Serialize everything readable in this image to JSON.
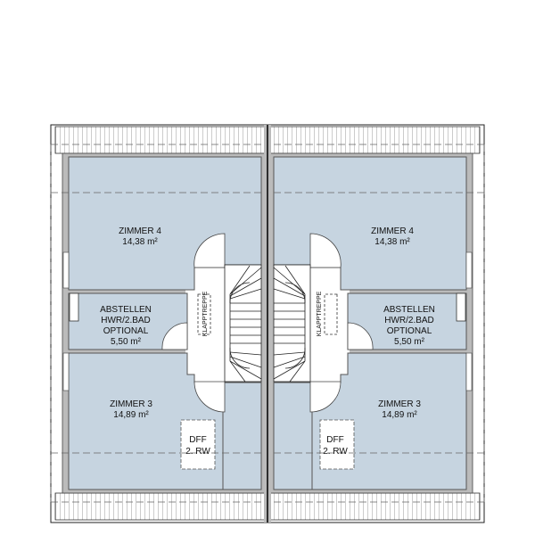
{
  "plan": {
    "left_unit": {
      "rooms": [
        {
          "name": "ZIMMER 4",
          "area": "14,38 m²"
        },
        {
          "name": "ABSTELLEN",
          "name2": "HWR/2.BAD",
          "name3": "OPTIONAL",
          "area": "5,50 m²"
        },
        {
          "name": "ZIMMER 3",
          "area": "14,89 m²"
        }
      ],
      "klapptreppe": "KLAPPTREPPE",
      "dff": {
        "line1": "DFF",
        "line2": "2. RW"
      }
    },
    "right_unit": {
      "rooms": [
        {
          "name": "ZIMMER 4",
          "area": "14,38 m²"
        },
        {
          "name": "ABSTELLEN",
          "name2": "HWR/2.BAD",
          "name3": "OPTIONAL",
          "area": "5,50 m²"
        },
        {
          "name": "ZIMMER 3",
          "area": "14,89 m²"
        }
      ],
      "klapptreppe": "KLAPPTREPPE",
      "dff": {
        "line1": "DFF",
        "line2": "2. RW"
      }
    },
    "colors": {
      "room_fill": "#c6d4e0",
      "wall": "#bbbbbb"
    }
  }
}
